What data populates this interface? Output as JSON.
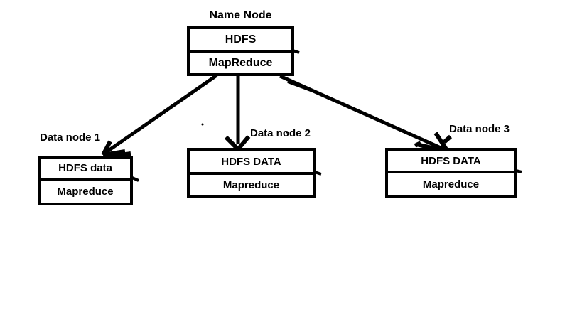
{
  "diagram": {
    "background_color": "#ffffff",
    "stroke_color": "#000000",
    "name_node": {
      "label": "Name Node",
      "rows": [
        "HDFS",
        "MapReduce"
      ]
    },
    "data_nodes": [
      {
        "label": "Data node 1",
        "rows": [
          "HDFS data",
          "Mapreduce"
        ]
      },
      {
        "label": "Data node 2",
        "rows": [
          "HDFS DATA",
          "Mapreduce"
        ]
      },
      {
        "label": "Data node 3",
        "rows": [
          "HDFS DATA",
          "Mapreduce"
        ]
      }
    ],
    "connections": [
      {
        "from": "Name Node",
        "to": "Data node 1"
      },
      {
        "from": "Name Node",
        "to": "Data node 2"
      },
      {
        "from": "Name Node",
        "to": "Data node 3"
      }
    ]
  }
}
